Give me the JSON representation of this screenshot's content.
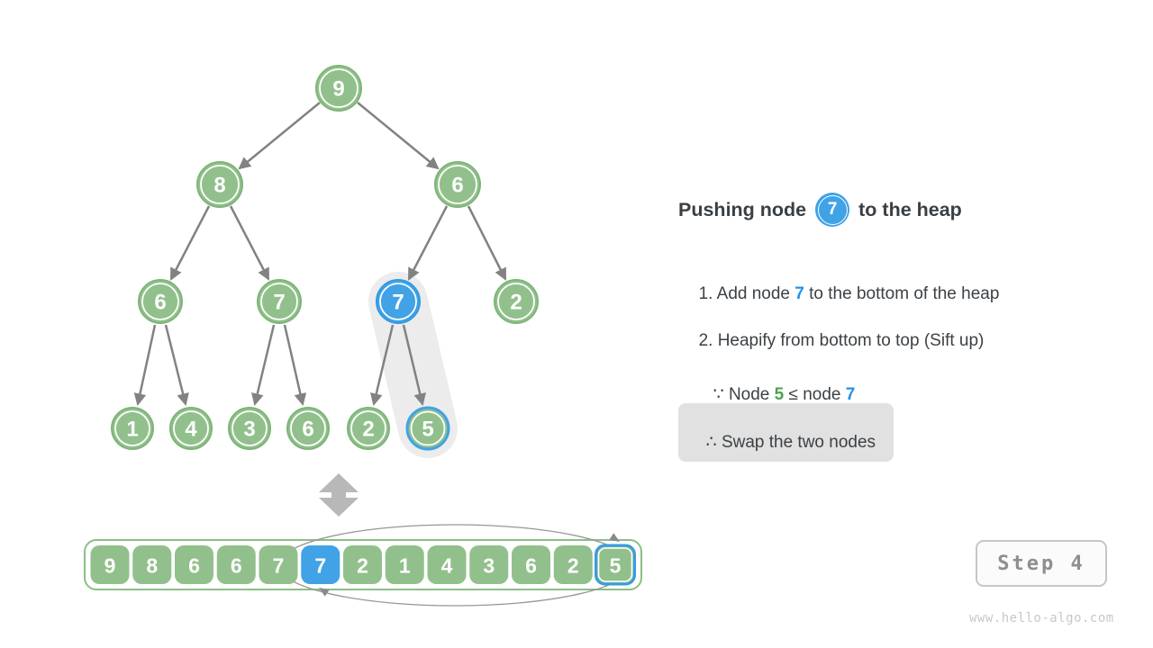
{
  "colors": {
    "node_green": "#92C08C",
    "node_blue": "#41A2E6",
    "text_dark": "#3C4145",
    "text_blue": "#2590E8",
    "text_green": "#4EA24E",
    "arrow_gray": "#828282",
    "highlight_gray": "#ECECEC"
  },
  "tree": {
    "nodes": [
      {
        "value": "9"
      },
      {
        "value": "8"
      },
      {
        "value": "6"
      },
      {
        "value": "6"
      },
      {
        "value": "7"
      },
      {
        "value": "7"
      },
      {
        "value": "2"
      },
      {
        "value": "1"
      },
      {
        "value": "4"
      },
      {
        "value": "3"
      },
      {
        "value": "6"
      },
      {
        "value": "2"
      },
      {
        "value": "5"
      }
    ]
  },
  "array": {
    "values": [
      "9",
      "8",
      "6",
      "6",
      "7",
      "7",
      "2",
      "1",
      "4",
      "3",
      "6",
      "2",
      "5"
    ]
  },
  "panel": {
    "title_prefix": "Pushing node",
    "title_node": "7",
    "title_suffix": "to the heap",
    "step1_num": "1. ",
    "step1_before": "Add node ",
    "step1_value": "7",
    "step1_after": " to the bottom of the heap",
    "step2_num": "2. ",
    "step2_text": "Heapify from bottom to top (Sift up)",
    "because_symbol": "∵ ",
    "because_before": "Node ",
    "because_green": "5",
    "because_middle": " ≤ node ",
    "because_blue": "7",
    "therefore_symbol": "∴ ",
    "therefore_text": "Swap the two nodes",
    "step_label": "Step 4",
    "watermark": "www.hello-algo.com"
  }
}
